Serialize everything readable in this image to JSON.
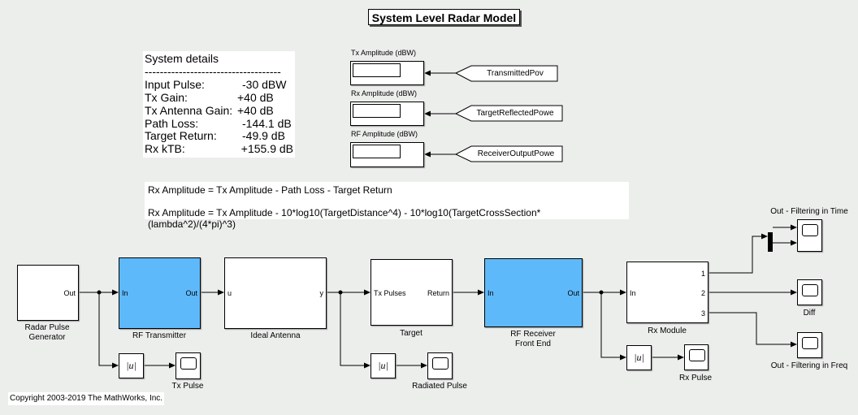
{
  "title": "System Level Radar Model",
  "details": {
    "heading": "System details",
    "separator": "------------------------------------",
    "rows": [
      {
        "label": "Input Pulse:",
        "value": "-30 dBW"
      },
      {
        "label": "Tx Gain:",
        "value": "+40 dB"
      },
      {
        "label": "Tx Antenna Gain:",
        "value": "+40 dB"
      },
      {
        "label": "Path Loss:",
        "value": "-144.1 dB"
      },
      {
        "label": "Target Return:",
        "value": "-49.9 dB"
      },
      {
        "label": "Rx kTB:",
        "value": "+155.9 dB"
      }
    ]
  },
  "displays": [
    {
      "label": "Tx Amplitude (dBW)",
      "tag": "TransmittedPov"
    },
    {
      "label": "Rx Amplitude (dBW)",
      "tag": "TargetReflectedPowe"
    },
    {
      "label": "RF Amplitude (dBW)",
      "tag": "ReceiverOutputPowe"
    }
  ],
  "equations": [
    "Rx Amplitude = Tx Amplitude - Path Loss - Target Return",
    "Rx Amplitude = Tx Amplitude - 10*log10(TargetDistance^4) - 10*log10(TargetCrossSection*(lambda^2)/(4*pi)^3)"
  ],
  "blocks": {
    "generator": {
      "name_1": "Radar Pulse",
      "name_2": "Generator",
      "out": "Out"
    },
    "transmitter": {
      "name": "RF Transmitter",
      "in": "In",
      "out": "Out"
    },
    "antenna": {
      "name": "Ideal Antenna",
      "in": "u",
      "out": "y"
    },
    "target": {
      "name": "Target",
      "in": "Tx Pulses",
      "out": "Return"
    },
    "receiver": {
      "name_1": "RF Receiver",
      "name_2": "Front End",
      "in": "In",
      "out": "Out"
    },
    "rx_module": {
      "name": "Rx Module",
      "in": "In",
      "out1": "1",
      "out2": "2",
      "out3": "3"
    },
    "abs_symbol": "|u|"
  },
  "scopes": {
    "tx_pulse": "Tx Pulse",
    "radiated_pulse": "Radiated Pulse",
    "rx_pulse": "Rx Pulse",
    "time": "Out - Filtering in Time",
    "diff": "Diff",
    "freq": "Out - Filtering in Freq"
  },
  "colors": {
    "rf_block": "#5eb9fa",
    "canvas": "#eceeec"
  },
  "copyright": "Copyright 2003-2019 The MathWorks, Inc."
}
